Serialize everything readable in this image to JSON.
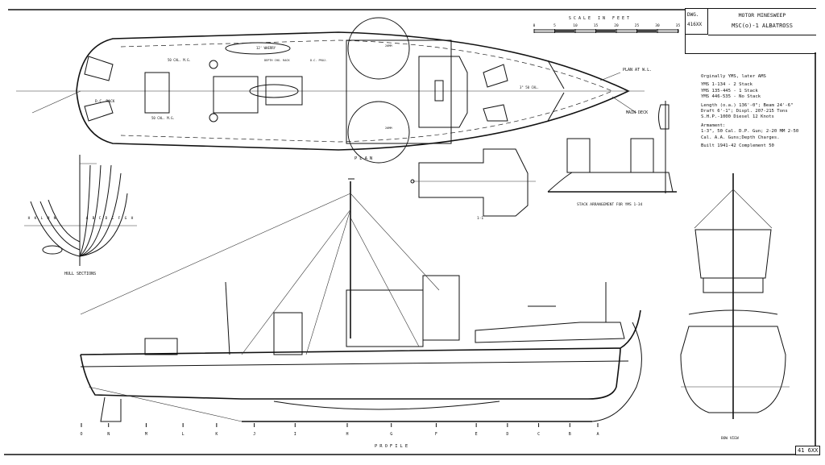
{
  "title_block": {
    "dwg_label": "DWG.",
    "dwg_number": "416XX",
    "vessel_type": "MOTOR MINESWEEP",
    "vessel_name": "MSC(o)-1 ALBATROSS"
  },
  "notes": {
    "lines": [
      "Orginally YMS, later AMS",
      "YMS 1-134 - 2 Stack",
      "YMS 135-445 - 1 Stack",
      "YMS 446-535 - No Stack",
      "Length (o.a.) 136'-0\"; Beam 24'-6\"",
      "Draft 6'-1\"; Displ. 207-215 Tons",
      "S.H.P.-1000 Diesel  12 Knots",
      "Armament:",
      "1-3\", 50 Cal. D.P. Gun; 2-20 MM 2-50",
      "Cal. A.A. Guns;Depth Charges.",
      "Built 1941-42  Complement 50"
    ]
  },
  "scale": {
    "title": "SCALE IN FEET",
    "ticks": [
      "0",
      "5",
      "10",
      "15",
      "20",
      "25",
      "30",
      "35"
    ]
  },
  "plan": {
    "title": "PLAN",
    "labels": {
      "plan_at_wl": "PLAN AT W.L.",
      "main_deck": "MAIN DECK",
      "dc_rack": "D.C. RACK",
      "mg_port": "50 CAL. M.G.",
      "mg_stbd": "50 CAL. M.G.",
      "wherry": "12' WHERRY",
      "depth_charge_rack": "DEPTH CHG. RACK",
      "dc_proj": "D.C. PROJ.",
      "gun_20mm_port": "20MM",
      "gun_20mm_stbd": "20MM",
      "gun_3in": "3\" 50 CAL."
    }
  },
  "hull_sections": {
    "title": "HULL SECTIONS",
    "aft_letters": [
      "H",
      "K",
      "L",
      "M",
      "N"
    ],
    "fwd_letters": [
      "A",
      "B",
      "C",
      "D",
      "E",
      "F",
      "G",
      "H"
    ]
  },
  "section_view": {
    "title": "1-1"
  },
  "stack": {
    "title": "STACK ARRANGEMENT FOR YMS 1-34"
  },
  "profile": {
    "title": "PROFILE",
    "stations": [
      "O",
      "N",
      "M",
      "L",
      "K",
      "J",
      "I",
      "H",
      "G",
      "F",
      "E",
      "D",
      "C",
      "B",
      "A"
    ]
  },
  "bow_view": {
    "title": "BOW VIEW"
  },
  "sheet_stamp": "41 6XX"
}
